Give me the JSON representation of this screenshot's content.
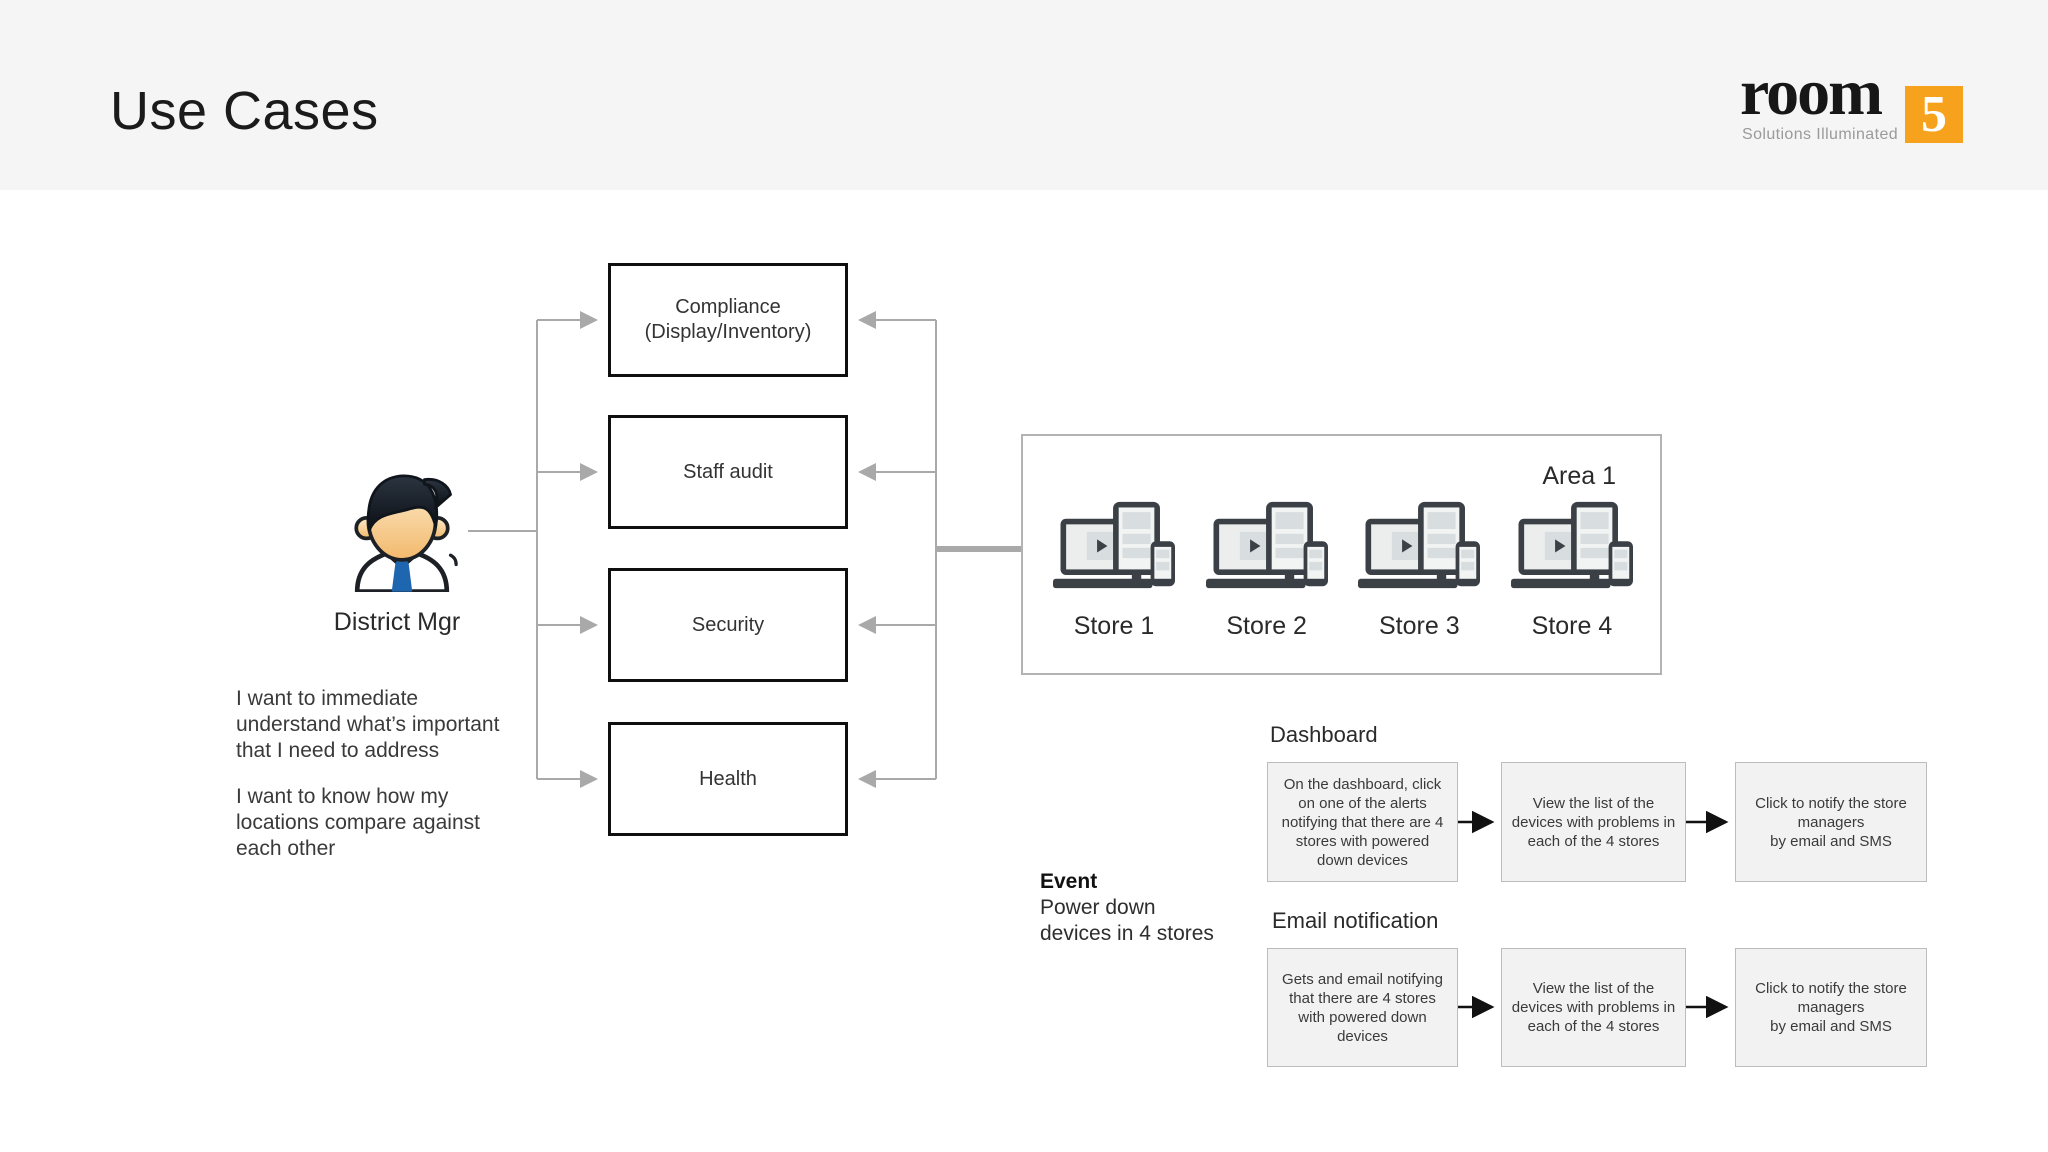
{
  "slide": {
    "title": "Use Cases"
  },
  "logo": {
    "brand": "room",
    "badge": "5",
    "tagline": "Solutions Illuminated",
    "accent_color": "#F7A21C"
  },
  "actor": {
    "name": "District Mgr",
    "goal_1": "I want to immediate\nunderstand what’s important\nthat I need to address",
    "goal_2": "I want to know how my\nlocations compare against\neach other"
  },
  "use_cases": [
    {
      "label": "Compliance\n(Display/Inventory)"
    },
    {
      "label": "Staff audit"
    },
    {
      "label": "Security"
    },
    {
      "label": "Health"
    }
  ],
  "area": {
    "label": "Area 1",
    "stores": [
      {
        "label": "Store 1"
      },
      {
        "label": "Store 2"
      },
      {
        "label": "Store 3"
      },
      {
        "label": "Store 4"
      }
    ]
  },
  "event": {
    "label": "Event",
    "description": "Power down\ndevices in 4 stores"
  },
  "flows": [
    {
      "title": "Dashboard",
      "steps": [
        "On the dashboard, click\non one of the alerts\nnotifying that there are 4\nstores with powered\ndown devices",
        "View the list of the\ndevices with problems in\neach of the 4 stores",
        "Click to notify the store\nmanagers\nby email and SMS"
      ]
    },
    {
      "title": "Email notification",
      "steps": [
        "Gets and email notifying\nthat there are 4 stores\nwith powered down\ndevices",
        "View the list of the\ndevices with problems in\neach of the 4 stores",
        "Click to notify the store\nmanagers\nby email and SMS"
      ]
    }
  ],
  "colors": {
    "header_bg": "#F5F5F6",
    "connector_gray": "#A9A9A9",
    "flow_arrow_black": "#111111",
    "usecase_border": "#0F0F0F",
    "step_fill": "#F2F2F3",
    "step_border": "#BCBCBC",
    "device_dark": "#3A4045",
    "device_light": "#ECEEEE",
    "tie_blue": "#1F66B0"
  }
}
